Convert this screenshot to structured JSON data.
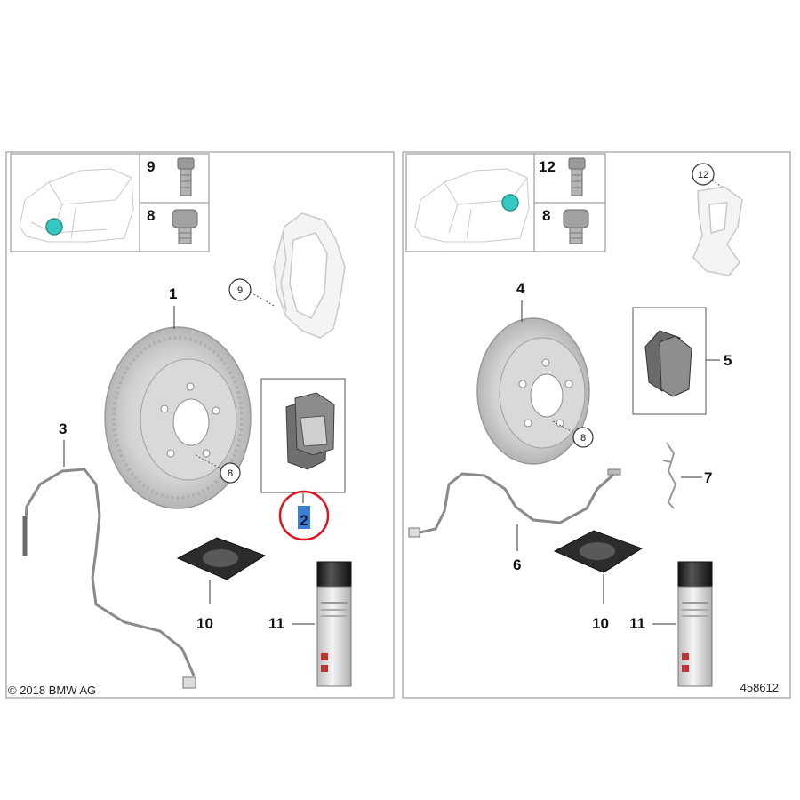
{
  "copyright": "© 2018 BMW AG",
  "diagram_id": "458612",
  "colors": {
    "location_dot": "#33c9c2",
    "highlight_circle": "#e0141e",
    "highlight_box": "#3a7fd6",
    "frame": "#8a8a8a",
    "disc": "#cfcfcf",
    "can": "#2a2a2a"
  },
  "left_panel": {
    "inset": {
      "upper_label": "9",
      "lower_label": "8"
    },
    "callouts": {
      "disc": "1",
      "pads": "2",
      "sensor": "3",
      "bolt_circle": "8",
      "carrier_circle": "9",
      "paste": "10",
      "spray": "11"
    },
    "highlighted": "2"
  },
  "right_panel": {
    "inset": {
      "upper_label": "12",
      "lower_label": "8"
    },
    "callouts": {
      "carrier_circle": "12",
      "disc": "4",
      "pads": "5",
      "bolt_circle": "8",
      "sensor": "6",
      "clip": "7",
      "paste": "10",
      "spray": "11"
    }
  }
}
